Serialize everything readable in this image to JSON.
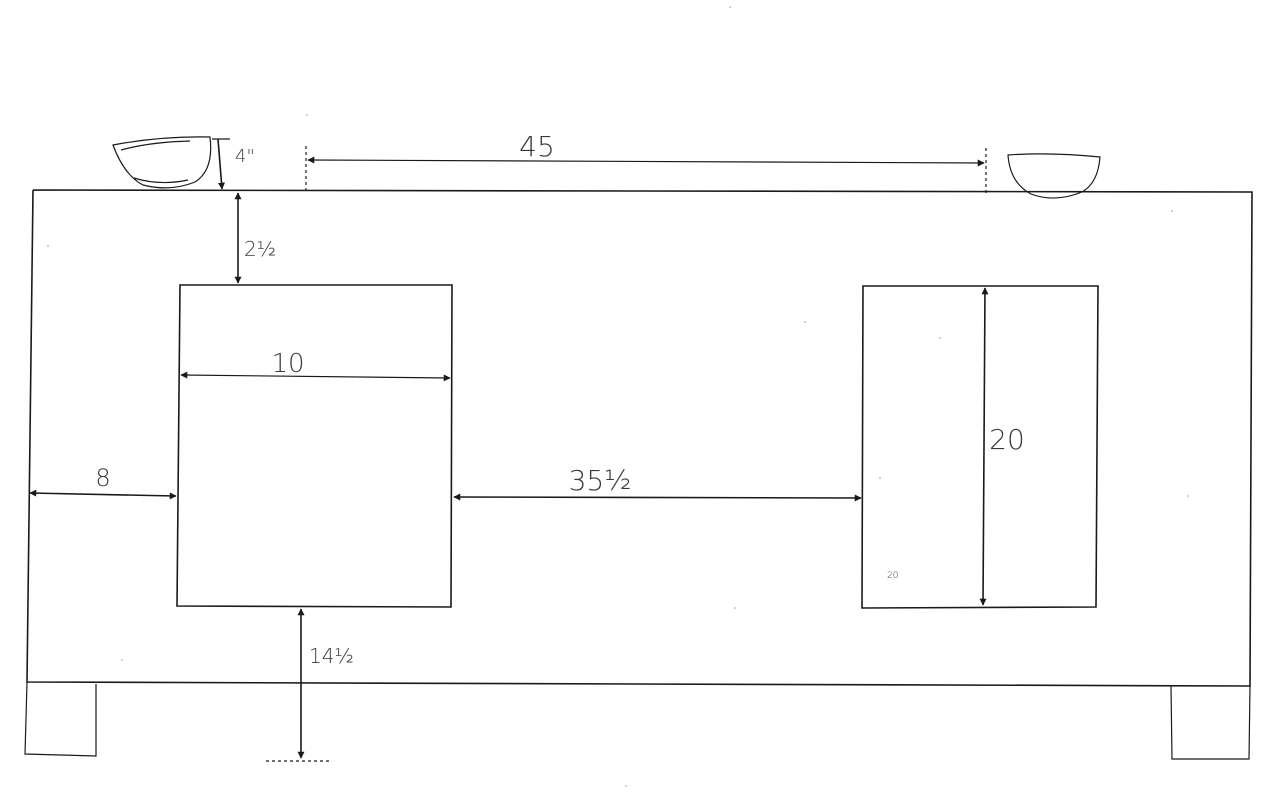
{
  "dimensions": {
    "basin_depth": "4\"",
    "basin_spacing": "45",
    "top_to_window": "2½",
    "window_width": "10",
    "side_to_window": "8",
    "between_windows": "35½",
    "window_height": "20",
    "window_note": "20",
    "window_to_floor": "14½"
  }
}
